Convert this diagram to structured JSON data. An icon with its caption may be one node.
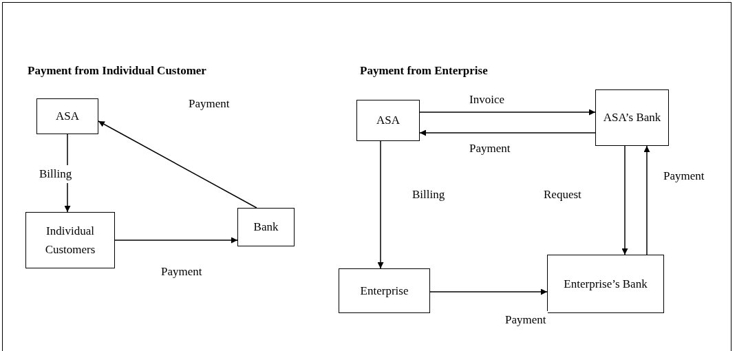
{
  "diagram": {
    "nodes": [
      {
        "text": [
          "ASA"
        ]
      },
      {
        "text": [
          "Individual Customers"
        ]
      },
      {
        "text": [
          "Bank"
        ]
      },
      {
        "text": [
          "ASA"
        ]
      },
      {
        "text": [
          "ASA’s Bank"
        ]
      },
      {
        "text": [
          "Enterprise"
        ]
      },
      {
        "text": [
          "Enterprise’s Bank"
        ]
      }
    ],
    "edges": [
      {
        "from": 0,
        "to": 1,
        "arrow": "to",
        "label": "Billing"
      },
      {
        "from": 1,
        "to": 2,
        "arrow": "to",
        "label": "Payment"
      },
      {
        "from": 2,
        "to": 0,
        "arrow": "to",
        "label": "Payment"
      },
      {
        "from": 3,
        "to": 4,
        "arrow": "to",
        "label": "Invoice"
      },
      {
        "from": 4,
        "to": 3,
        "arrow": "to",
        "label": "Payment"
      },
      {
        "from": 3,
        "to": 5,
        "arrow": "to",
        "label": "Billing"
      },
      {
        "from": 5,
        "to": 6,
        "arrow": "to",
        "label": "Payment"
      },
      {
        "from": 4,
        "to": 6,
        "arrow": "to",
        "label": "Request"
      },
      {
        "from": 6,
        "to": 4,
        "arrow": "to",
        "label": "Payment"
      }
    ],
    "labels": [
      "Payment from Individual Customer",
      "Payment from Enterprise"
    ]
  }
}
